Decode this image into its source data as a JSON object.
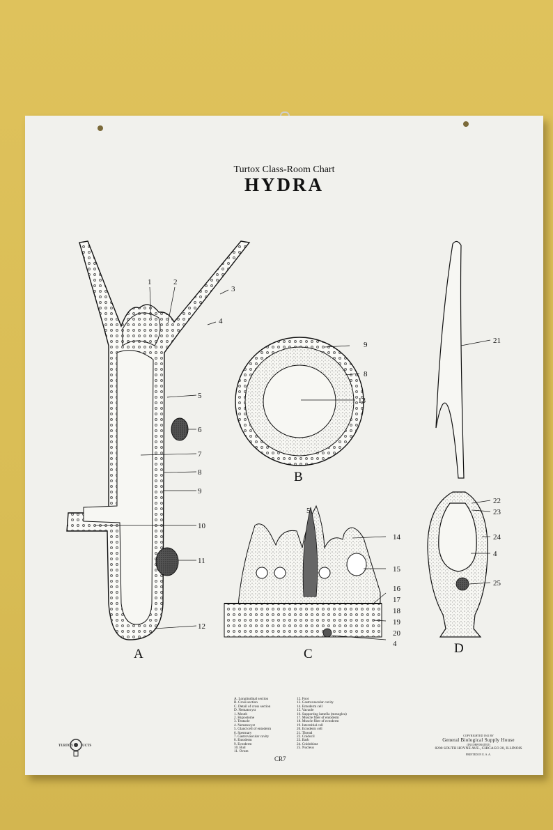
{
  "chart": {
    "subtitle": "Turtox Class-Room Chart",
    "title": "HYDRA",
    "code": "CR7",
    "figure_letters": [
      "A",
      "B",
      "C",
      "D"
    ],
    "callout_numbers": {
      "A": [
        "1",
        "2",
        "3",
        "4",
        "5",
        "6",
        "7",
        "8",
        "9",
        "10",
        "11",
        "12"
      ],
      "B": [
        "9",
        "8",
        "13"
      ],
      "C": [
        "5",
        "14",
        "15",
        "16",
        "17",
        "18",
        "19",
        "20",
        "4"
      ],
      "D": [
        "21",
        "22",
        "23",
        "24",
        "4",
        "25"
      ]
    },
    "legend_col1": [
      "A.  Longitudinal section",
      "B.  Cross section",
      "C.  Detail of cross section",
      "D.  Nematocyst",
      "1.  Mouth",
      "2.  Hypostome",
      "3.  Tentacle",
      "4.  Nematocyst",
      "5.  Gland cell of entoderm",
      "6.  Spermary",
      "7.  Gastrovascular cavity",
      "8.  Entoderm",
      "9.  Ectoderm",
      "10. Bud",
      "11. Ovum"
    ],
    "legend_col2": [
      "12. Foot",
      "13. Gastrovascular cavity",
      "14. Entoderm cell",
      "15. Vacuole",
      "16. Supporting lamella (mesoglea)",
      "17. Muscle fiber of entoderm",
      "18. Muscle fiber of ectoderm",
      "19. Interstitial cell",
      "20. Ectoderm cell",
      "21. Thread",
      "22. Cnidocil",
      "23. Barb",
      "24. Cnidoblast",
      "25. Nucleus"
    ],
    "publisher": {
      "copyright": "COPYRIGHTED 1941 BY",
      "name": "General Biological Supply House",
      "incorporated": "(INCORPORATED)",
      "address": "8200 SOUTH HOYNE AVE., CHICAGO 20, ILLINOIS",
      "printed": "PRINTED IN U. S. A."
    },
    "logo_text_left": "TURTOX",
    "logo_text_right": "UCTS"
  },
  "colors": {
    "wall": "#dcc15a",
    "paper": "#f1f1ed",
    "ink": "#111111"
  }
}
